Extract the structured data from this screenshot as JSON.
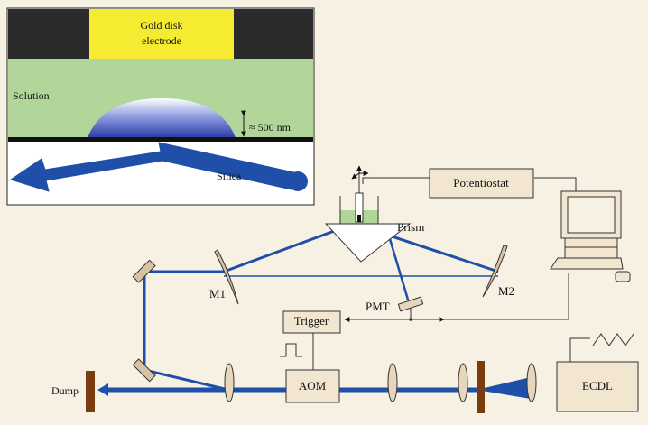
{
  "inset": {
    "electrode_line1": "Gold disk",
    "electrode_line2": "electrode",
    "solution": "Solution",
    "thickness": "≈ 500 nm",
    "silica": "Silica"
  },
  "setup": {
    "potentiostat": "Potentiostat",
    "prism": "Prism",
    "mirror_left": "M1",
    "mirror_right": "M2",
    "pmt": "PMT",
    "trigger": "Trigger",
    "aom": "AOM",
    "ecdl": "ECDL",
    "dump": "Dump"
  },
  "colors": {
    "background": "#f7f1e3",
    "beam": "#1f4fa8",
    "electrode": "#f5ec31",
    "solution": "#b2d69a",
    "box": "#f2e6d0",
    "mirror": "#d8c2a3",
    "stop": "#7a3b0f",
    "dark_band": "#2b2b2b"
  }
}
